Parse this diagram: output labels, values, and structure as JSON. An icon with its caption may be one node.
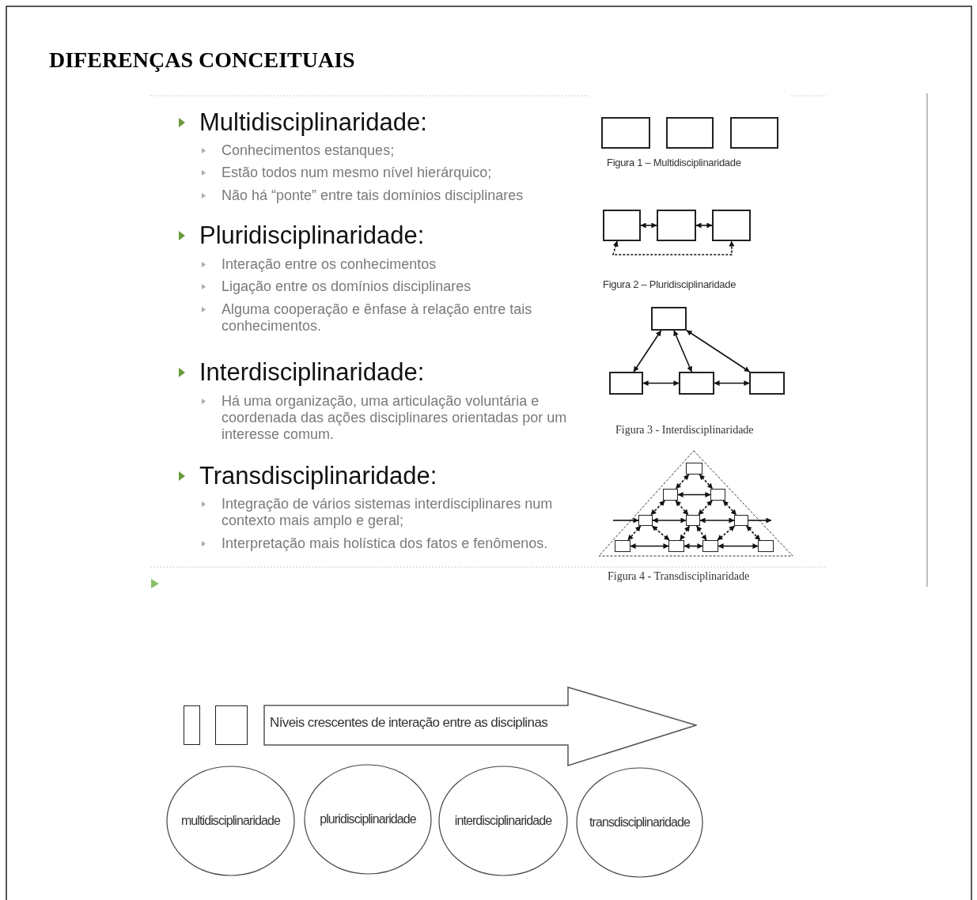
{
  "diagram": {
    "title": "DIFERENÇAS CONCEITUAIS",
    "nodes": [
      {
        "text": [],
        "shape": "box"
      },
      {
        "text": [],
        "shape": "box"
      },
      {
        "text": [],
        "shape": "box"
      },
      {
        "text": [],
        "shape": "box"
      },
      {
        "text": [],
        "shape": "box"
      },
      {
        "text": [],
        "shape": "box"
      },
      {
        "text": [],
        "shape": "box"
      },
      {
        "text": [],
        "shape": "box"
      },
      {
        "text": [],
        "shape": "box"
      },
      {
        "text": [],
        "shape": "box"
      },
      {
        "text": [],
        "shape": "box"
      },
      {
        "text": [],
        "shape": "box"
      },
      {
        "text": [],
        "shape": "box"
      },
      {
        "text": [],
        "shape": "box"
      },
      {
        "text": [],
        "shape": "box"
      },
      {
        "text": [],
        "shape": "box"
      },
      {
        "text": [],
        "shape": "box"
      },
      {
        "text": [],
        "shape": "box"
      },
      {
        "text": [],
        "shape": "box"
      },
      {
        "text": [],
        "shape": "box"
      },
      {
        "text": [],
        "shape": "box"
      },
      {
        "text": [],
        "shape": "box"
      },
      {
        "text": [
          "Níveis crescentes de interação entre as disciplinas"
        ]
      },
      {
        "text": [
          "multidisciplinaridade"
        ]
      },
      {
        "text": [
          "pluridisciplinaridade"
        ]
      },
      {
        "text": [
          "interdisciplinaridade"
        ]
      },
      {
        "text": [
          "transdisciplinaridade"
        ]
      }
    ],
    "edges": [
      {
        "from": 3,
        "to": 4,
        "arrow": "both"
      },
      {
        "from": 4,
        "to": 5,
        "arrow": "both"
      },
      {
        "from": 3,
        "to": 5,
        "arrow": "both",
        "style": "dashed"
      },
      {
        "from": 6,
        "to": 7,
        "arrow": "both"
      },
      {
        "from": 6,
        "to": 8,
        "arrow": "both"
      },
      {
        "from": 6,
        "to": 9,
        "arrow": "both"
      },
      {
        "from": 7,
        "to": 8,
        "arrow": "both"
      },
      {
        "from": 8,
        "to": 9,
        "arrow": "both"
      },
      {
        "from": 10,
        "to": 11,
        "arrow": "both",
        "style": "dashed"
      },
      {
        "from": 10,
        "to": 12,
        "arrow": "both",
        "style": "dashed"
      },
      {
        "from": 11,
        "to": 13,
        "arrow": "both",
        "style": "dashed"
      },
      {
        "from": 11,
        "to": 14,
        "arrow": "both",
        "style": "dashed"
      },
      {
        "from": 12,
        "to": 14,
        "arrow": "both",
        "style": "dashed"
      },
      {
        "from": 12,
        "to": 15,
        "arrow": "both",
        "style": "dashed"
      },
      {
        "from": 13,
        "to": 16,
        "arrow": "both",
        "style": "dashed"
      },
      {
        "from": 13,
        "to": 17,
        "arrow": "both",
        "style": "dashed"
      },
      {
        "from": 14,
        "to": 17,
        "arrow": "both",
        "style": "dashed"
      },
      {
        "from": 14,
        "to": 18,
        "arrow": "both",
        "style": "dashed"
      },
      {
        "from": 15,
        "to": 18,
        "arrow": "both",
        "style": "dashed"
      },
      {
        "from": 15,
        "to": 19,
        "arrow": "both",
        "style": "dashed"
      },
      {
        "from": 11,
        "to": 12,
        "arrow": "both"
      },
      {
        "from": 13,
        "to": 14,
        "arrow": "both"
      },
      {
        "from": 14,
        "to": 15,
        "arrow": "both"
      },
      {
        "from": 16,
        "to": 17,
        "arrow": "both"
      },
      {
        "from": 17,
        "to": 18,
        "arrow": "both"
      },
      {
        "from": 18,
        "to": 19,
        "arrow": "both"
      },
      {
        "from": null,
        "to": 13,
        "arrow": "to"
      },
      {
        "from": 15,
        "to": null,
        "arrow": "to"
      }
    ],
    "labels": [
      "Multidisciplinaridade:",
      "Conhecimentos estanques;",
      "Estão todos num mesmo nível hierárquico;",
      "Não há “ponte” entre tais domínios disciplinares",
      "Figura 1 – Multidisciplinaridade",
      "Pluridisciplinaridade:",
      "Interação entre os conhecimentos",
      "Ligação entre os domínios disciplinares",
      "Alguma cooperação e ênfase à relação entre tais conhecimentos.",
      "Figura 2 – Pluridisciplinaridade",
      "Interdisciplinaridade:",
      "Há uma organização, uma articulação voluntária e coordenada das ações disciplinares orientadas por um interesse comum.",
      "Figura 3 - Interdisciplinaridade",
      "Transdisciplinaridade:",
      "Integração de vários sistemas interdisciplinares num contexto mais amplo e geral;",
      "Interpretação mais holística dos fatos e fenômenos.",
      "Figura 4 - Transdisciplinaridade"
    ]
  }
}
